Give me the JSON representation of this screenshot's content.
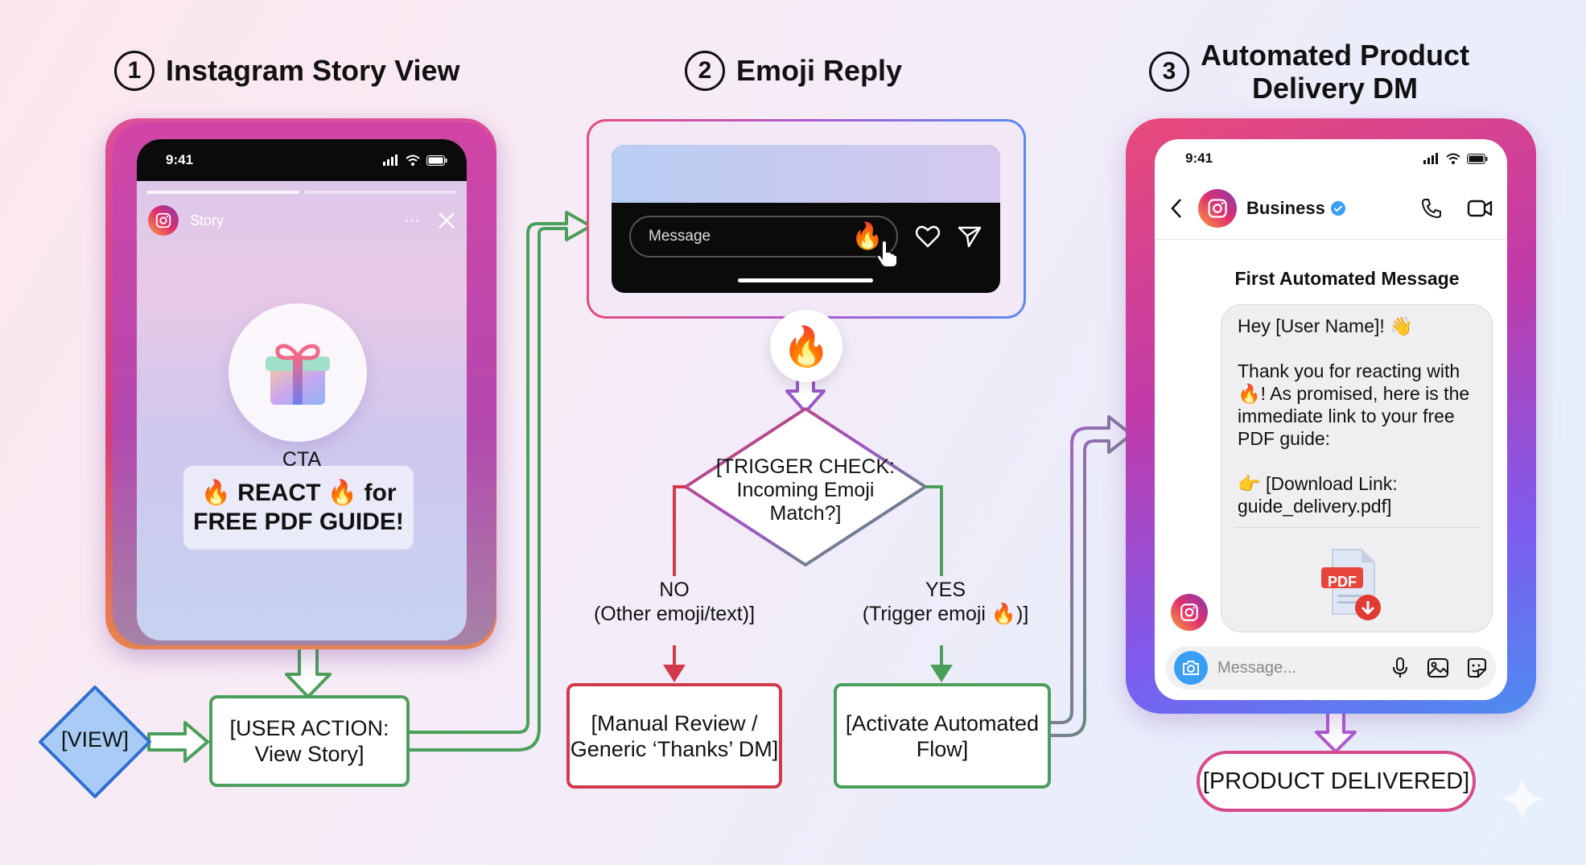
{
  "steps": [
    {
      "number": "1",
      "title": "Instagram Story View"
    },
    {
      "number": "2",
      "title": "Emoji Reply"
    },
    {
      "number": "3",
      "title": "Automated Product\nDelivery DM"
    }
  ],
  "story": {
    "time": "9:41",
    "account_label": "Story",
    "more": "···",
    "cta_label": "CTA",
    "cta_text": "🔥 REACT 🔥 for FREE PDF GUIDE!"
  },
  "reply": {
    "placeholder": "Message",
    "emoji": "🔥"
  },
  "flow": {
    "view_node": "[VIEW]",
    "user_action": "[USER ACTION: View Story]",
    "trigger_check": "[TRIGGER CHECK: Incoming Emoji Match?]",
    "no_label": "NO\n(Other emoji/text)]",
    "yes_label": "YES\n(Trigger emoji 🔥)]",
    "manual_review": "[Manual Review / Generic ‘Thanks’ DM]",
    "activate_flow": "[Activate Automated Flow]",
    "product_delivered": "[PRODUCT DELIVERED]"
  },
  "dm": {
    "time": "9:41",
    "account_name": "Business",
    "section_title": "First Automated Message",
    "greeting": "Hey [User Name]! 👋",
    "body": "Thank you for reacting with 🔥! As promised, here is the immediate link to your free PDF guide:",
    "link": "👉 [Download Link: guide_delivery.pdf]",
    "attachment_label": "PDF",
    "input_placeholder": "Message..."
  },
  "colors": {
    "green": "#4aa05a",
    "red": "#d23a4c",
    "purple": "#9b59c9",
    "blue_accent": "#3a9ef5"
  }
}
